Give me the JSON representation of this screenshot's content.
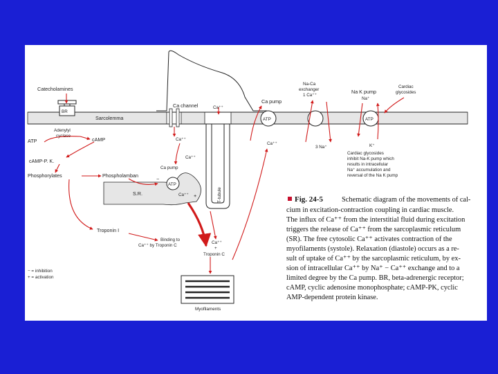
{
  "colors": {
    "background": "#1a1fd4",
    "panel": "#ffffff",
    "arrow": "#d11a1a",
    "legend_square": "#c8102e"
  },
  "diagram": {
    "catecholamines": "Catecholamines",
    "br": "BR",
    "adenylyl_cyclase_1": "Adenylyl",
    "adenylyl_cyclase_2": "cyclase",
    "atp_left": "ATP",
    "camp": "cAMP",
    "sarcolemma": "Sarcolemma",
    "ca_channel": "Ca channel",
    "ca_top": "Ca⁺⁺",
    "ca_pump_top": "Ca pump",
    "atp_pump": "ATP",
    "na_ca_1": "Na-Ca",
    "na_ca_2": "exchanger",
    "na_ca_3": "1 Ca⁺⁺",
    "na_k_pump_1": "Na K pump",
    "na_k_pump_2": "Na⁺",
    "cardiac_gly_1": "Cardiac",
    "cardiac_gly_2": "glycosides",
    "atp_nak": "ATP",
    "ca_below_channel": "Ca⁺⁺",
    "ca_below_pump": "Ca⁺⁺",
    "three_na": "3 Na⁺",
    "k_plus": "K⁺",
    "gly_note_1": "Cardiac glycosides",
    "gly_note_2": "inhibit Na-K pump which",
    "gly_note_3": "results in intracellular",
    "gly_note_4": "Na⁺ accumulation and",
    "gly_note_5": "reversal of the Na K pump",
    "camp_pk": "cAMP-P. K.",
    "phosphorylates": "Phosphorylates",
    "phospholamban": "Phospholamban",
    "ca_sr": "Ca⁺⁺",
    "ca_pump_sr": "Ca pump",
    "atp_sr": "ATP",
    "sr": "S.R.",
    "ca_sr2": "Ca⁺⁺",
    "t_tubule": "T-tubule",
    "troponin_i": "Troponin I",
    "binding_1": "Binding to",
    "binding_2": "Ca⁺⁺ by Troponin C",
    "ca_tc_1": "Ca⁺⁺",
    "ca_tc_2": "+",
    "ca_tc_3": "Troponin C",
    "myofilaments": "Myofilaments",
    "legend_inh": "− = inhibition",
    "legend_act": "+ = activation",
    "minus": "−",
    "plus": "+"
  },
  "caption": {
    "fig": "Fig. 24-5",
    "lines": [
      "Schematic diagram of the movements of cal-",
      "cium in excitation-contraction coupling in cardiac muscle.",
      "The influx of Ca⁺⁺ from the interstitial fluid during excitation",
      "triggers the release of Ca⁺⁺ from the sarcoplasmic reticulum",
      "(SR). The free cytosolic Ca⁺⁺ activates contraction of the",
      "myofilaments (systole). Relaxation (diastole) occurs as a re-",
      "sult of uptake of Ca⁺⁺ by the sarcoplasmic reticulum, by ex-",
      "sion of intracellular Ca⁺⁺ by Na⁺ − Ca⁺⁺ exchange and to a",
      "limited degree by the Ca pump. BR, beta-adrenergic receptor;",
      "cAMP, cyclic adenosine monophosphate; cAMP-PK, cyclic",
      "AMP-dependent protein kinase."
    ]
  }
}
